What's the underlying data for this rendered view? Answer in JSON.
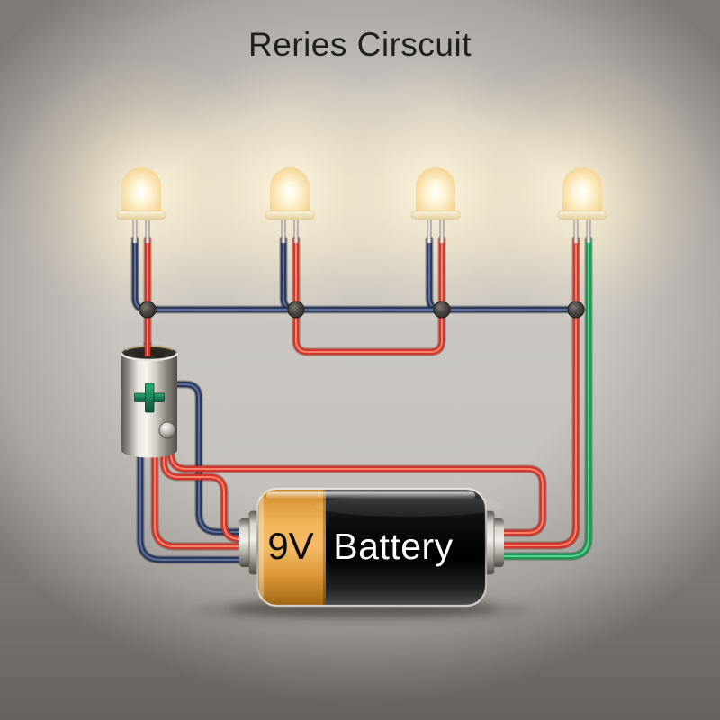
{
  "title": "Reries Cirscuit",
  "battery": {
    "voltage": "9V",
    "label": "Battery"
  },
  "holder": {
    "polarity": "+"
  },
  "leds": {
    "count": 4,
    "state": "lit"
  },
  "colors": {
    "background": "#c6c3be",
    "wire_navy": "#2b3a5c",
    "wire_red": "#d2352b",
    "wire_green": "#1a9a55",
    "battery_orange": "#f2b559",
    "battery_black": "#0f0f0f",
    "holder_plus_green": "#1a8a58",
    "led_glow": "#fff1cf"
  }
}
